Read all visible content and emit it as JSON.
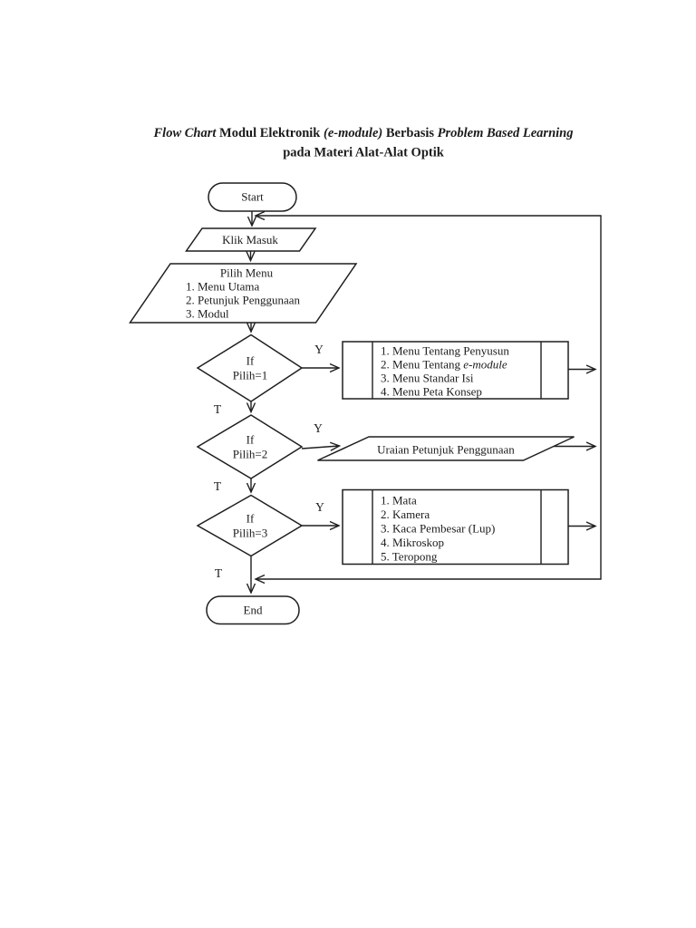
{
  "title": {
    "seg1": "Flow Chart ",
    "seg2": "Modul Elektronik ",
    "seg3": "(e-module) ",
    "seg4": "Berbasis ",
    "seg5": "Problem Based Learning",
    "line2": "pada Materi Alat-Alat Optik"
  },
  "nodes": {
    "start": {
      "label": "Start"
    },
    "klik_masuk": {
      "label": "Klik Masuk"
    },
    "pilih_menu": {
      "heading": "Pilih Menu",
      "items": [
        "1. Menu Utama",
        "2. Petunjuk Penggunaan",
        "3. Modul"
      ]
    },
    "decision1": {
      "line1": "If",
      "line2": "Pilih=1"
    },
    "menu_tentang": {
      "item1": "1. Menu Tentang Penyusun",
      "item2_prefix": "2. Menu Tentang ",
      "item2_italic": "e-module",
      "item3": "3. Menu Standar Isi",
      "item4": "4. Menu Peta Konsep"
    },
    "decision2": {
      "line1": "If",
      "line2": "Pilih=2"
    },
    "uraian": {
      "label": "Uraian Petunjuk Penggunaan"
    },
    "decision3": {
      "line1": "If",
      "line2": "Pilih=3"
    },
    "alat_optik": {
      "items": [
        "1. Mata",
        "2. Kamera",
        "3. Kaca Pembesar (Lup)",
        "4. Mikroskop",
        "5. Teropong"
      ]
    },
    "end": {
      "label": "End"
    }
  },
  "edge_labels": {
    "y1": "Y",
    "t1": "T",
    "y2": "Y",
    "t2": "T",
    "y3": "Y",
    "t3": "T"
  },
  "colors": {
    "line": "#1f1f1f",
    "background": "#ffffff"
  }
}
